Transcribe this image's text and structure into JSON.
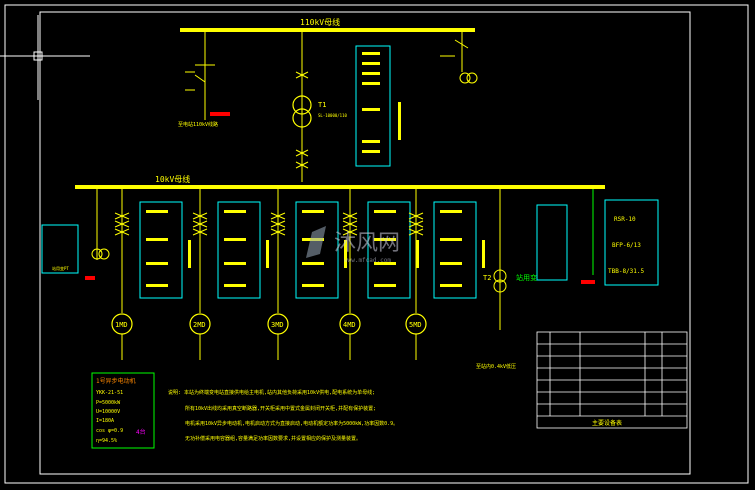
{
  "colors": {
    "background": "#000000",
    "bus": "#ffff00",
    "line": "#ffff00",
    "frame": "#ffffff",
    "cyan": "#00ffff",
    "green": "#00ff00",
    "red": "#ff0000",
    "magenta": "#ff00ff",
    "orange": "#ff8800"
  },
  "icons": [
    "crosshair-cursor-icon",
    "transformer-icon",
    "motor-icon",
    "watermark-logo-icon"
  ],
  "bus_110": {
    "label": "110kV母线"
  },
  "bus_10": {
    "label": "10kV母线"
  },
  "transformer_t1": {
    "name": "T1",
    "rating": "SL-10000/110"
  },
  "incoming_line": {
    "label": "至电站110kV线路"
  },
  "station_transformer": {
    "name": "T2",
    "label": "站用变"
  },
  "station_feeder": {
    "label": "至站内0.4kV低压"
  },
  "left_feeder": {
    "label": "站用变PT"
  },
  "motors": [
    {
      "id": "motor1",
      "label": "1MD"
    },
    {
      "id": "motor2",
      "label": "2MD"
    },
    {
      "id": "motor3",
      "label": "3MD"
    },
    {
      "id": "motor4",
      "label": "4MD"
    },
    {
      "id": "motor5",
      "label": "5MD"
    }
  ],
  "capacitor_panel": {
    "labels": [
      "RSR-10",
      "BFP-6/13",
      "TBB-8/31.5"
    ]
  },
  "motor_params": {
    "title": "1号异步电动机",
    "lines": [
      "YKK-21-51",
      "P=5000kW",
      "U=10000V",
      "I=180A",
      "cos φ=0.9",
      "η=94.5%"
    ],
    "note": "4台"
  },
  "notes": {
    "lines": [
      "说明: 本站为终端变电站直接供电给主电机,站内其他负荷采用10kV供电,配电系统为单母线;",
      "所有10kV出线均采用真空断路器,开关柜采用中置式金属封闭开关柜,并配有保护装置;",
      "电机采用10kV异步电动机,电机启动方式为直接启动,电动机额定功率为5000kW,功率因数0.9。",
      "无功补偿采用电容器组,容量满足功率因数要求,并设置相应的保护及测量装置。"
    ]
  },
  "equipment_table": {
    "footer": "主要设备表"
  },
  "watermark": {
    "brand": "沐风网",
    "url": "www.mfcad.com"
  }
}
